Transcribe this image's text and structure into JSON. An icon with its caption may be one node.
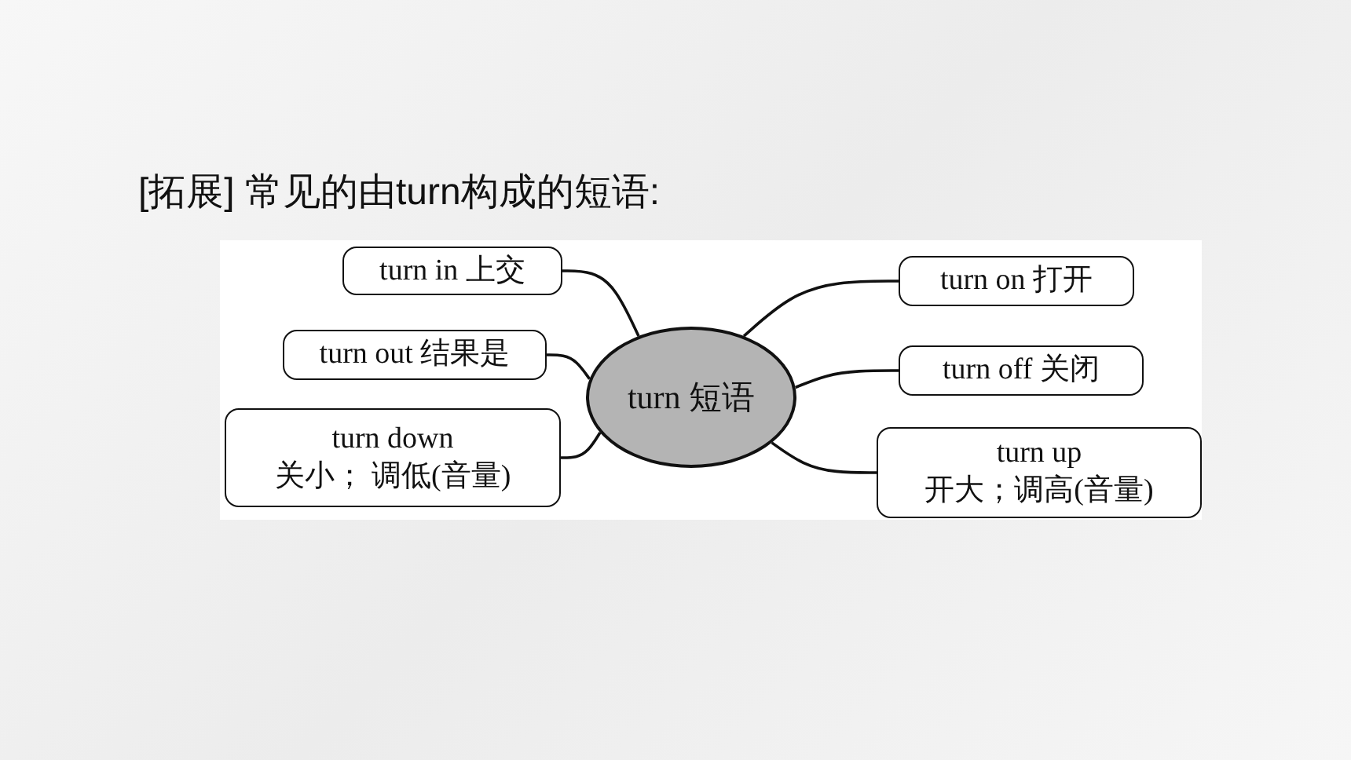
{
  "diagram": {
    "title": "[拓展] 常见的由turn构成的短语:",
    "nodes": [
      {
        "text": [
          "turn 短语"
        ]
      },
      {
        "text": [
          "turn in 上交"
        ]
      },
      {
        "text": [
          "turn on 打开"
        ]
      },
      {
        "text": [
          "turn out 结果是"
        ]
      },
      {
        "text": [
          "turn off 关闭"
        ]
      },
      {
        "text": [
          "turn down",
          "关小； 调低(音量)"
        ]
      },
      {
        "text": [
          "turn up",
          "开大；调高(音量)"
        ]
      }
    ],
    "edges": [
      {
        "from": 0,
        "to": 1,
        "arrow": "none"
      },
      {
        "from": 0,
        "to": 2,
        "arrow": "none"
      },
      {
        "from": 0,
        "to": 3,
        "arrow": "none"
      },
      {
        "from": 0,
        "to": 4,
        "arrow": "none"
      },
      {
        "from": 0,
        "to": 5,
        "arrow": "none"
      },
      {
        "from": 0,
        "to": 6,
        "arrow": "none"
      }
    ]
  }
}
